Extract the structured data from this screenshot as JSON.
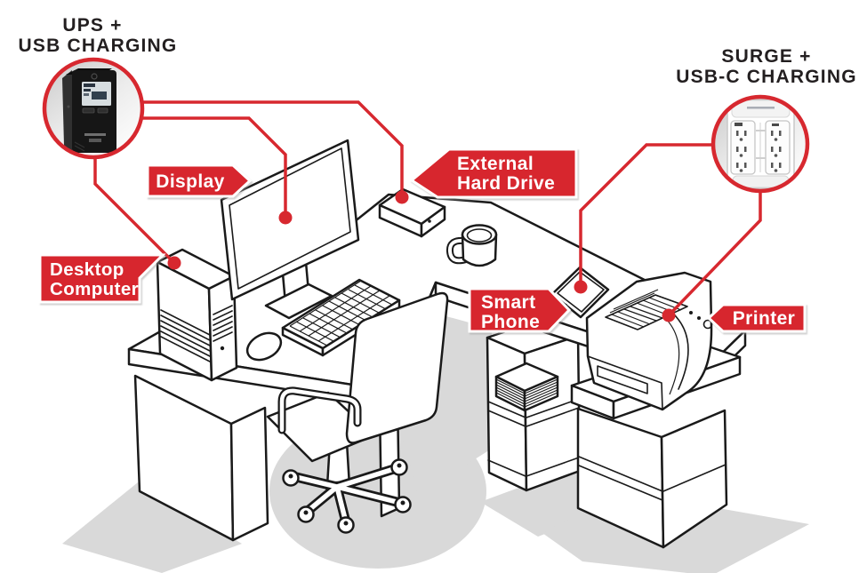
{
  "header_labels": {
    "ups": {
      "line1": "UPS +",
      "line2": "USB CHARGING"
    },
    "surge": {
      "line1": "SURGE +",
      "line2": "USB-C CHARGING"
    }
  },
  "callouts": {
    "display": {
      "label": "Display"
    },
    "external_hard_drive": {
      "line1": "External",
      "line2": "Hard Drive"
    },
    "desktop_computer": {
      "line1": "Desktop",
      "line2": "Computer"
    },
    "smart_phone": {
      "line1": "Smart",
      "line2": "Phone"
    },
    "printer": {
      "label": "Printer"
    }
  },
  "colors": {
    "accent_red": "#D7282F",
    "ink_black": "#1A1A1A",
    "shadow_gray": "#D9D9D9"
  },
  "scene_items": [
    "ups-tower-photo",
    "surge-protector-photo",
    "desk",
    "desktop-tower",
    "monitor",
    "keyboard",
    "mouse",
    "coffee-mug",
    "external-hard-drive",
    "smartphone",
    "office-chair",
    "shelf-cart",
    "paper-stack",
    "printer-stand",
    "printer"
  ]
}
